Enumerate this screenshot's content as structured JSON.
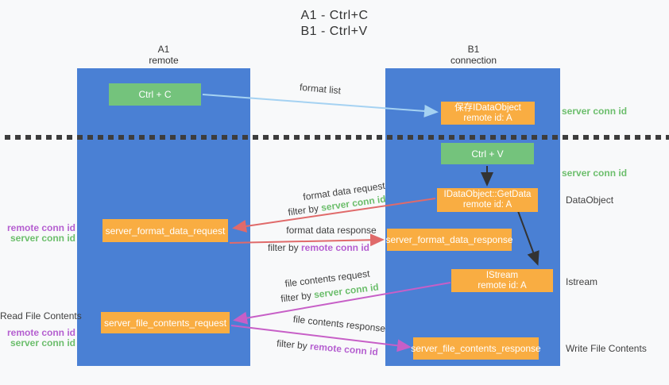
{
  "title": {
    "line1": "A1 - Ctrl+C",
    "line2": "B1 - Ctrl+V"
  },
  "lanes": {
    "left": {
      "name": "A1",
      "sub": "remote"
    },
    "right": {
      "name": "B1",
      "sub": "connection"
    }
  },
  "nodes": {
    "ctrl_c": "Ctrl + C",
    "ctrl_v": "Ctrl + V",
    "save_dataobject": {
      "line1": "保存IDataObject",
      "line2": "remote id: A"
    },
    "getdata": {
      "line1": "IDataObject::GetData",
      "line2": "remote id: A"
    },
    "istream": {
      "line1": "IStream",
      "line2": "remote id: A"
    },
    "format_request": "server_format_data_request",
    "format_response": "server_format_data_response",
    "file_request": "server_file_contents_request",
    "file_response": "server_file_contents_response"
  },
  "arrow_labels": {
    "format_list": "format list",
    "format_data_request": "format data request",
    "filter_server_1": {
      "prefix": "filter by ",
      "id": "server conn id"
    },
    "format_data_response": "format data response",
    "filter_remote_1": {
      "prefix": "filter by ",
      "id": "remote conn id"
    },
    "file_contents_request": "file contents request",
    "filter_server_2": {
      "prefix": "filter by ",
      "id": "server conn id"
    },
    "file_contents_response": "file contents response",
    "filter_remote_2": {
      "prefix": "filter by ",
      "id": "remote conn id"
    }
  },
  "side_labels": {
    "server_conn_top": "server conn id",
    "server_conn_mid": "server conn id",
    "dataobject": "DataObject",
    "istream": "Istream",
    "write_file": "Write File Contents",
    "read_file": "Read File Contents",
    "left_remote_1": "remote conn id",
    "left_server_1": "server conn id",
    "left_remote_2": "remote conn id",
    "left_server_2": "server conn id"
  },
  "colors": {
    "lane_blue": "#4a80d4",
    "node_orange": "#f9ad42",
    "node_green": "#74c37c",
    "green_id_text": "#6cbe6c",
    "purple_id_text": "#b55fd0",
    "arrow_red": "#e06a6a",
    "arrow_magenta": "#c75fc7",
    "arrow_lightblue": "#a5d2f2",
    "arrow_black": "#333333"
  }
}
